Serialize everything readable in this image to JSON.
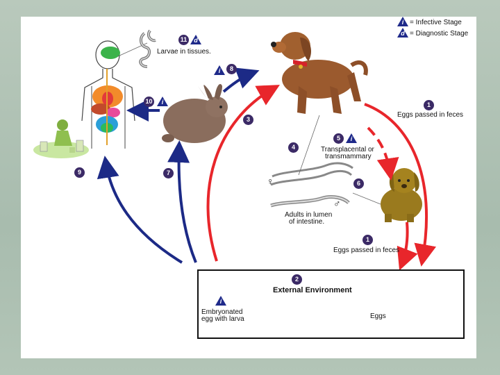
{
  "legend": {
    "infective_letter": "i",
    "infective_text": "= Infective Stage",
    "diagnostic_letter": "d",
    "diagnostic_text": "= Diagnostic Stage"
  },
  "steps": {
    "s1a_num": "1",
    "s1a_text": "Eggs passed in feces",
    "s1b_num": "1",
    "s1b_text": "Eggs passed in feces",
    "s2_num": "2",
    "s2_text": "External Environment",
    "s3_num": "3",
    "s4_num": "4",
    "s4_text_line1": "Transplacental or",
    "s4_text_line2": "transmammary",
    "s5_num": "5",
    "s6_num": "6",
    "s7_num": "7",
    "s8_num": "8",
    "s9_num": "9",
    "s10_num": "10",
    "s11_num": "11",
    "s11_text": "Larvae in tissues.",
    "adults_line1": "Adults in lumen",
    "adults_line2": "of intestine.",
    "eggs_text": "Eggs",
    "embryo_line1": "Embryonated",
    "embryo_line2": "egg with larva",
    "female_symbol": "♀",
    "male_symbol": "♂"
  },
  "colors": {
    "red_arrow": "#e8262b",
    "blue_arrow": "#1c2a86",
    "badge": "#3b2a66",
    "dog_brown": "#9b5a2e",
    "puppy_brown": "#9a7a1e",
    "rabbit": "#8a6d5d"
  }
}
